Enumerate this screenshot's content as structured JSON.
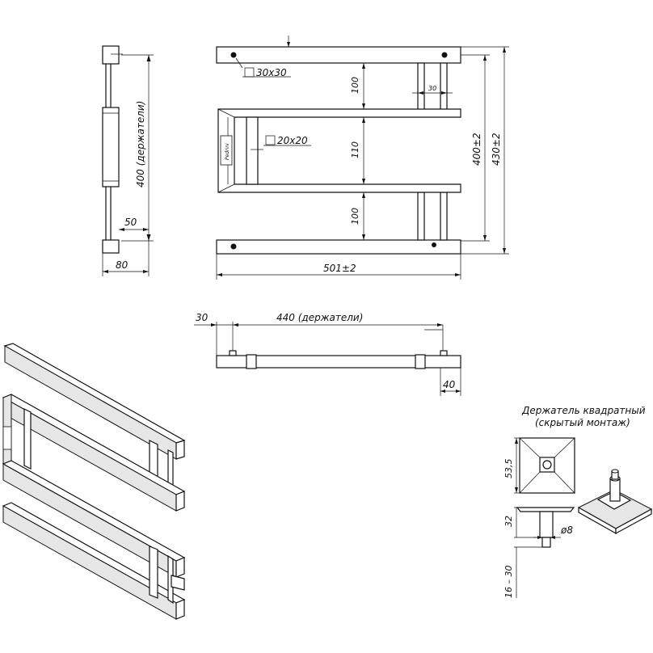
{
  "dimensions": {
    "side_height": "400 (держатели)",
    "side_offset": "50",
    "side_width": "80",
    "top_gap_1": "100",
    "mid_gap": "110",
    "bottom_gap": "100",
    "small_offset": "30",
    "height_400": "400±2",
    "height_430": "430±2",
    "width_501": "501±2",
    "profile_30": "30x30",
    "profile_20": "20x20"
  },
  "bottom_view": {
    "offset": "30",
    "holder_span": "440 (держатели)",
    "depth": "40"
  },
  "holder": {
    "title": "Держатель квадратный",
    "subtitle": "(скрытый монтаж)",
    "size": "53,5",
    "height": "32",
    "diameter": "ø8",
    "range": "16 – 30"
  },
  "brand": "Pedrini"
}
